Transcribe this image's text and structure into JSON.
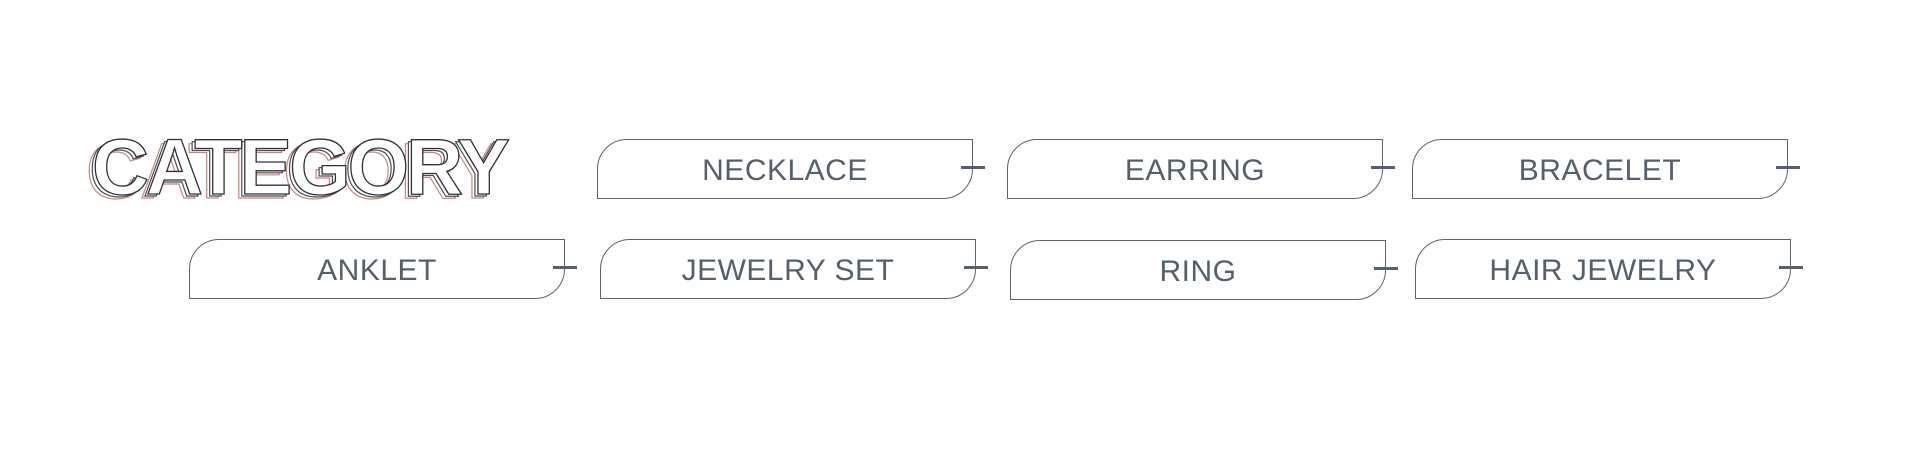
{
  "title": {
    "text": "CATEGORY"
  },
  "categories": [
    {
      "label": "NECKLACE"
    },
    {
      "label": "EARRING"
    },
    {
      "label": "BRACELET"
    },
    {
      "label": "ANKLET"
    },
    {
      "label": "JEWELRY SET"
    },
    {
      "label": "RING"
    },
    {
      "label": "HAIR JEWELRY"
    }
  ],
  "colors": {
    "tab_border": "#5a6470",
    "tab_text": "#55606b",
    "title_outline": "#2d3138",
    "title_shadow_accent": "#c9877b",
    "background": "#ffffff"
  }
}
